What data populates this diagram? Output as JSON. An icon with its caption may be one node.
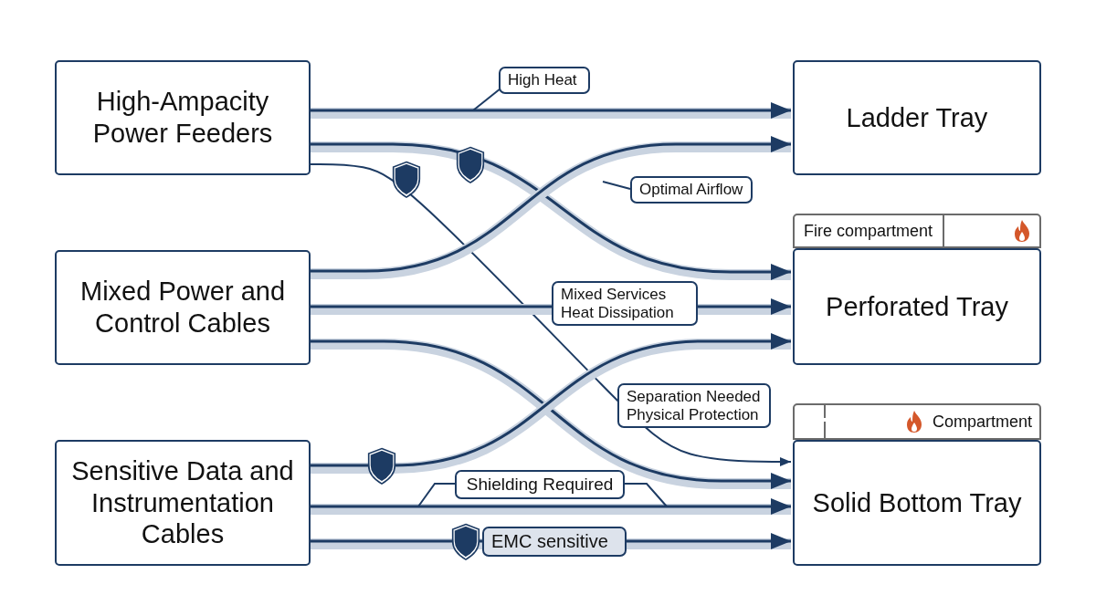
{
  "diagram": {
    "nodes": [
      {
        "text": [
          "High-Ampacity Power Feeders"
        ]
      },
      {
        "text": [
          "Mixed Power and Control Cables"
        ]
      },
      {
        "text": [
          "Sensitive Data and Instrumentation Cables"
        ]
      },
      {
        "text": [
          "Ladder Tray"
        ]
      },
      {
        "text": [
          "Fire compartment"
        ]
      },
      {
        "text": [
          "Perforated Tray"
        ]
      },
      {
        "text": [
          "Compartment"
        ]
      },
      {
        "text": [
          "Solid Bottom Tray"
        ]
      }
    ],
    "edges": [
      {
        "from": 0,
        "to": 3,
        "arrow": "to",
        "label": "High Heat"
      },
      {
        "from": 0,
        "to": 5,
        "arrow": "to"
      },
      {
        "from": 0,
        "to": 7,
        "arrow": "to",
        "label": "Separation Needed Physical Protection"
      },
      {
        "from": 1,
        "to": 3,
        "arrow": "to",
        "label": "Optimal Airflow"
      },
      {
        "from": 1,
        "to": 5,
        "arrow": "to",
        "label": "Mixed Services Heat Dissipation"
      },
      {
        "from": 1,
        "to": 7,
        "arrow": "to"
      },
      {
        "from": 2,
        "to": 5,
        "arrow": "to"
      },
      {
        "from": 2,
        "to": 7,
        "arrow": "to",
        "label": "Shielding Required"
      },
      {
        "from": 2,
        "to": 7,
        "arrow": "to",
        "label": "EMC sensitive"
      }
    ]
  }
}
